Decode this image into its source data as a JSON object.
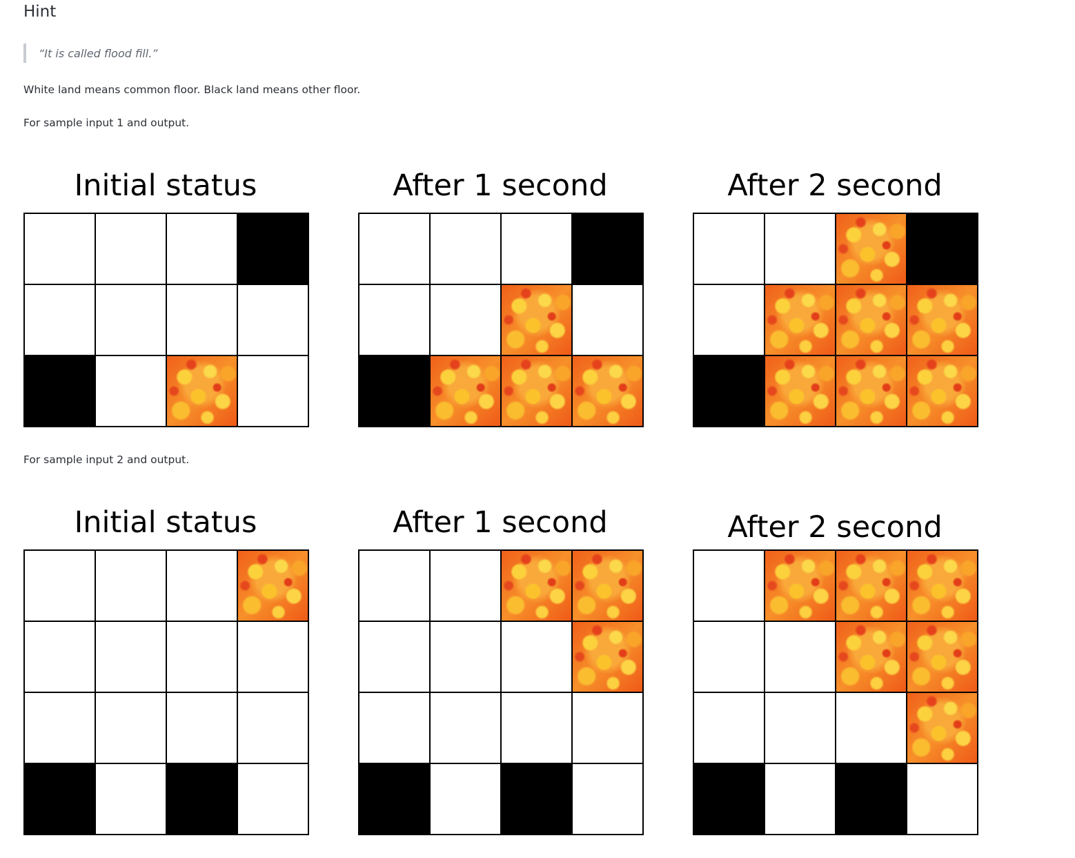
{
  "hint": {
    "title": "Hint",
    "quote": "“It is called flood fill.”",
    "description": "White land means common floor. Black land means other floor.",
    "sample1_label": "For sample input 1 and output.",
    "sample2_label": "For sample input 2 and output."
  },
  "legend": {
    "W": "white-floor",
    "B": "black-floor",
    "L": "lava"
  },
  "sample1": {
    "panels": [
      {
        "title": "Initial status",
        "rows": [
          "WWWB",
          "WWWW",
          "BWLW"
        ]
      },
      {
        "title": "After 1 second",
        "rows": [
          "WWWB",
          "WWLW",
          "BLLL"
        ]
      },
      {
        "title": "After 2 second",
        "rows": [
          "WWLB",
          "WLLL",
          "BLLL"
        ]
      }
    ]
  },
  "sample2": {
    "panels": [
      {
        "title": "Initial status",
        "rows": [
          "WWWL",
          "WWWW",
          "WWWW",
          "BWBW"
        ]
      },
      {
        "title": "After 1 second",
        "rows": [
          "WWLL",
          "WWWL",
          "WWWW",
          "BWBW"
        ]
      },
      {
        "title": "After 2 second",
        "rows": [
          "WLLL",
          "WWLL",
          "WWWL",
          "BWBW"
        ]
      }
    ]
  },
  "colors": {
    "white_floor": "#ffffff",
    "black_floor": "#000000",
    "lava": "#f37a1c",
    "grid_line": "#000000"
  }
}
